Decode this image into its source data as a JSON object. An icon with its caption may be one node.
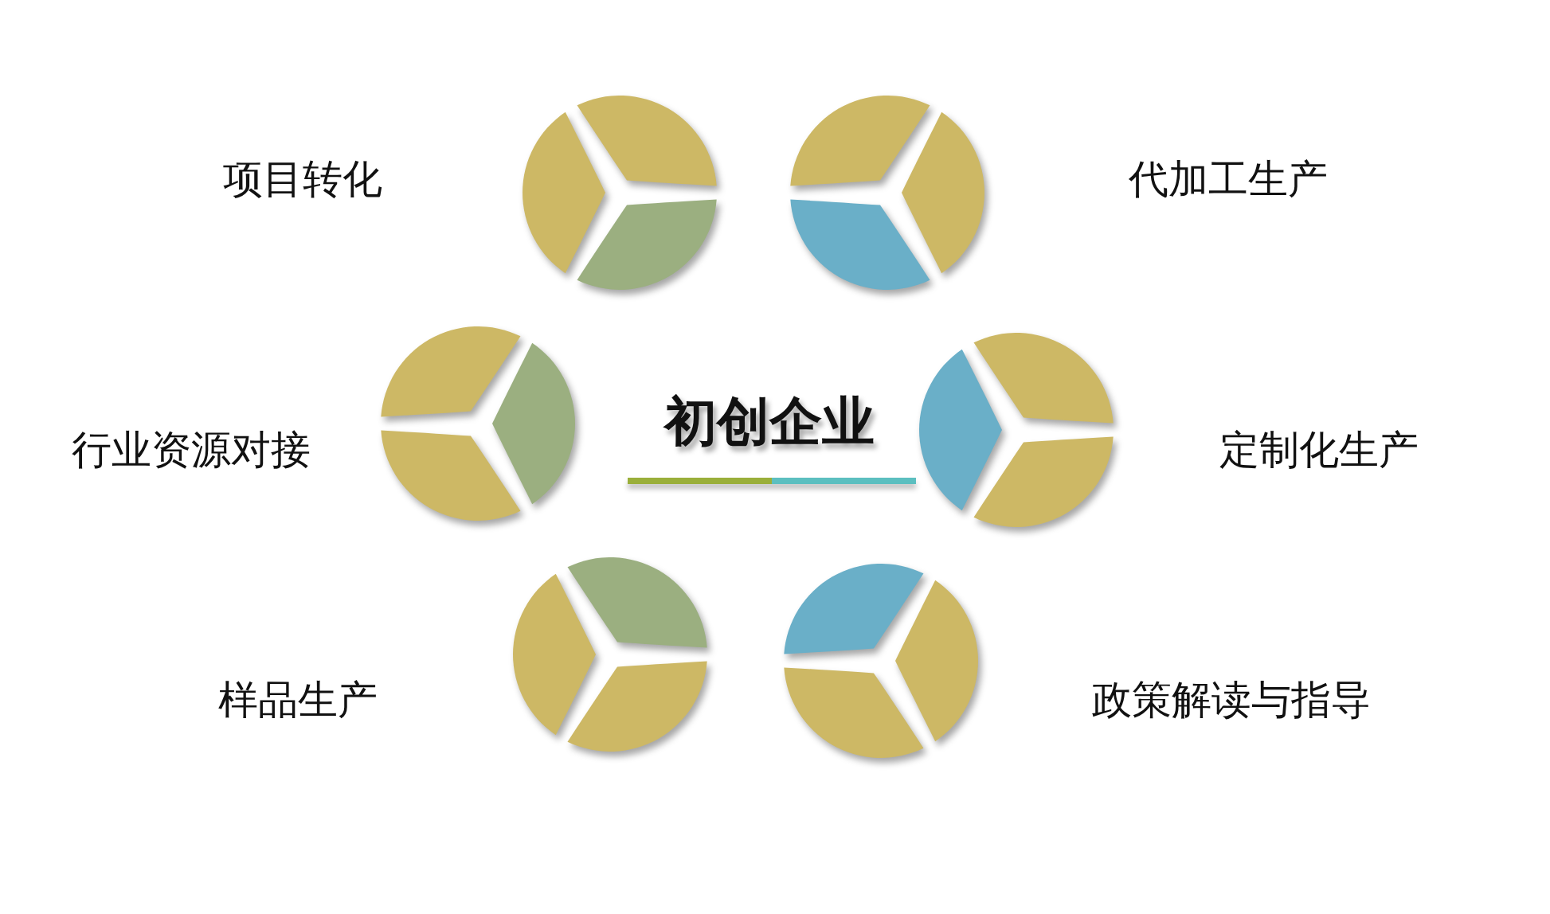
{
  "diagram": {
    "title": "初创企业",
    "nodes": [
      {
        "text": [],
        "shape": "circle",
        "beside": [
          "项目转化"
        ]
      },
      {
        "text": [],
        "shape": "circle",
        "beside": [
          "代加工生产"
        ]
      },
      {
        "text": [],
        "shape": "circle",
        "beside": [
          "行业资源对接"
        ]
      },
      {
        "text": [],
        "shape": "circle",
        "beside": [
          "定制化生产"
        ]
      },
      {
        "text": [],
        "shape": "circle",
        "beside": [
          "样品生产"
        ]
      },
      {
        "text": [],
        "shape": "circle",
        "beside": [
          "政策解读与指导"
        ]
      }
    ]
  }
}
